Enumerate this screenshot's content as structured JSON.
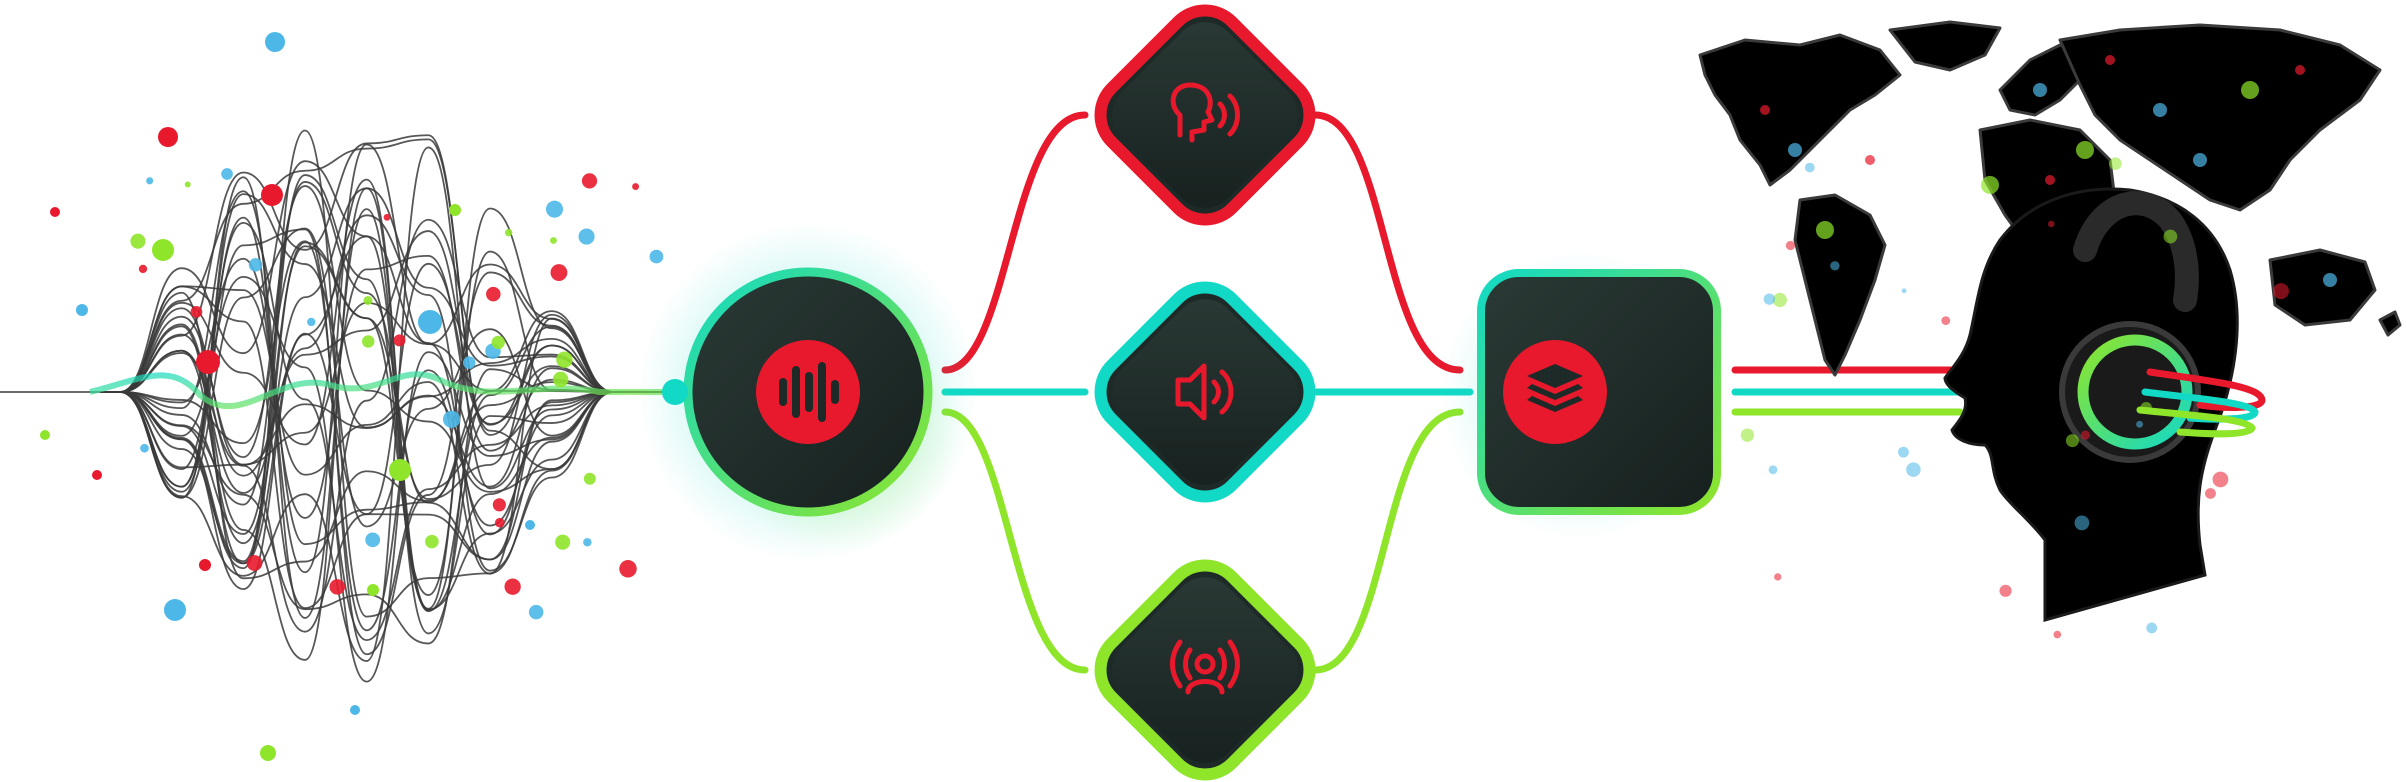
{
  "colors": {
    "red": "#e8192c",
    "cyan": "#12d9c6",
    "green": "#8fe52a",
    "blue": "#4db8e8",
    "dark_node": "#1e2a28",
    "dark_node_light": "#2d3b37",
    "wave_gray": "#3a3a3a",
    "silhouette": "#000000"
  },
  "nodes": {
    "source": {
      "icon": "audio-waveform-icon",
      "ring_color": "cyan"
    },
    "branch_top": {
      "icon": "speaking-head-icon",
      "ring_color": "red"
    },
    "branch_middle": {
      "icon": "speaker-volume-icon",
      "ring_color": "cyan"
    },
    "branch_bottom": {
      "icon": "broadcasting-person-icon",
      "ring_color": "green"
    },
    "merge": {
      "icon": "layers-stack-icon",
      "ring_color": "cyan"
    }
  },
  "output": {
    "world_map": "world-map-icon",
    "listener": "head-with-headphones-icon"
  }
}
